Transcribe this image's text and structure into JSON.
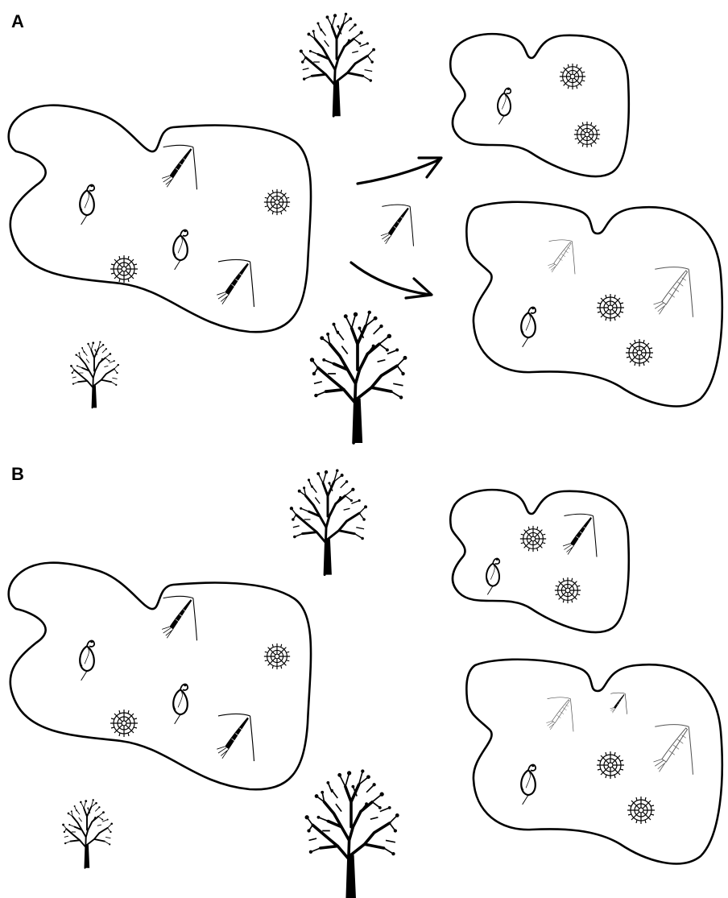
{
  "panels": [
    {
      "label": "A"
    },
    {
      "label": "B"
    }
  ],
  "colors": {
    "ink": "#000000",
    "background": "#ffffff",
    "light_ink": "#555555"
  },
  "icons": [
    "tree-icon",
    "copepod-icon",
    "daphnia-icon",
    "pollen-grain-icon",
    "arrow-icon",
    "pond-outline"
  ]
}
